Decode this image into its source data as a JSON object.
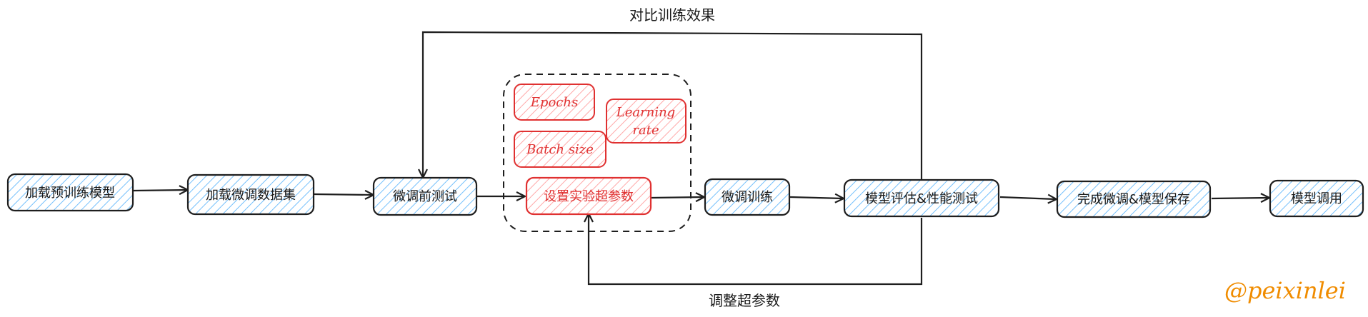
{
  "nodes": {
    "load_pretrained": "加载预训练模型",
    "load_data": "加载微调数据集",
    "pre_test": "微调前测试",
    "set_hyper": "设置实验超参数",
    "finetune": "微调训练",
    "eval": "模型评估&性能测试",
    "save": "完成微调&模型保存",
    "invoke": "模型调用"
  },
  "hyperparams": {
    "epochs": "Epochs",
    "learning_rate_line1": "Learning",
    "learning_rate_line2": "rate",
    "batch_size": "Batch size"
  },
  "edges": {
    "compare_label": "对比训练效果",
    "adjust_label": "调整超参数"
  },
  "watermark": "@peixinlei",
  "colors": {
    "blue_hatch": "#a5d8ff",
    "red_hatch": "#ffc9c9",
    "red_stroke": "#e03131",
    "stroke": "#1e1e1e",
    "watermark": "#f08c00"
  }
}
